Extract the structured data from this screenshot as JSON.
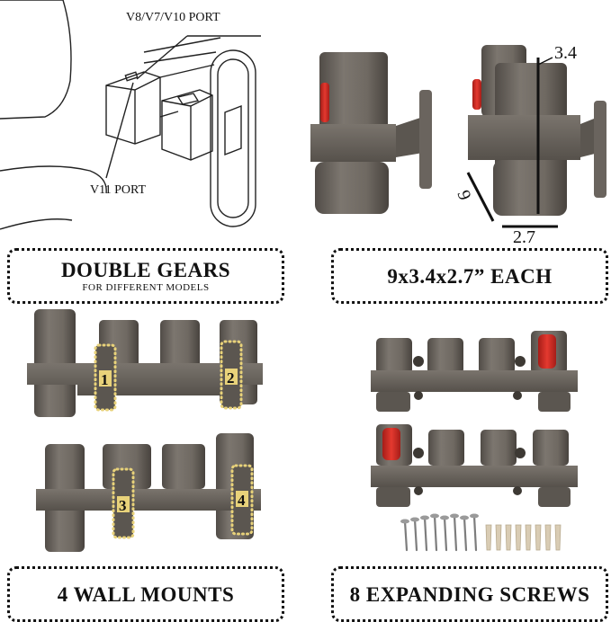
{
  "diagram": {
    "port_top_label": "V8/V7/V10 PORT",
    "port_bottom_label": "V11 PORT"
  },
  "dimensions": {
    "height": "3.4",
    "depth": "9",
    "width": "2.7"
  },
  "captions": {
    "gears_title": "DOUBLE GEARS",
    "gears_sub": "FOR DIFFERENT MODELS",
    "size": "9x3.4x2.7” EACH",
    "mounts": "4 WALL MOUNTS",
    "screws": "8 EXPANDING SCREWS"
  },
  "mount_numbers": [
    "1",
    "2",
    "3",
    "4"
  ],
  "colors": {
    "plastic": "#6f6962",
    "plastic_dark": "#514c47",
    "accent_red": "#d8312a",
    "dotted_badge": "#e8d27a"
  }
}
